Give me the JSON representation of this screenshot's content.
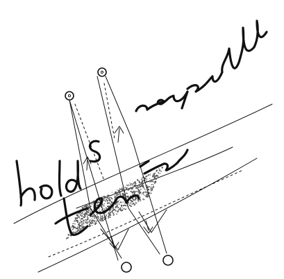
{
  "handwriting": {
    "word_left": "hold",
    "letter_s": "s",
    "word_right": "responsible",
    "word_bottom": "tension"
  },
  "colors": {
    "ink": "#111111",
    "stipple": "#555555",
    "paper": "#ffffff"
  }
}
